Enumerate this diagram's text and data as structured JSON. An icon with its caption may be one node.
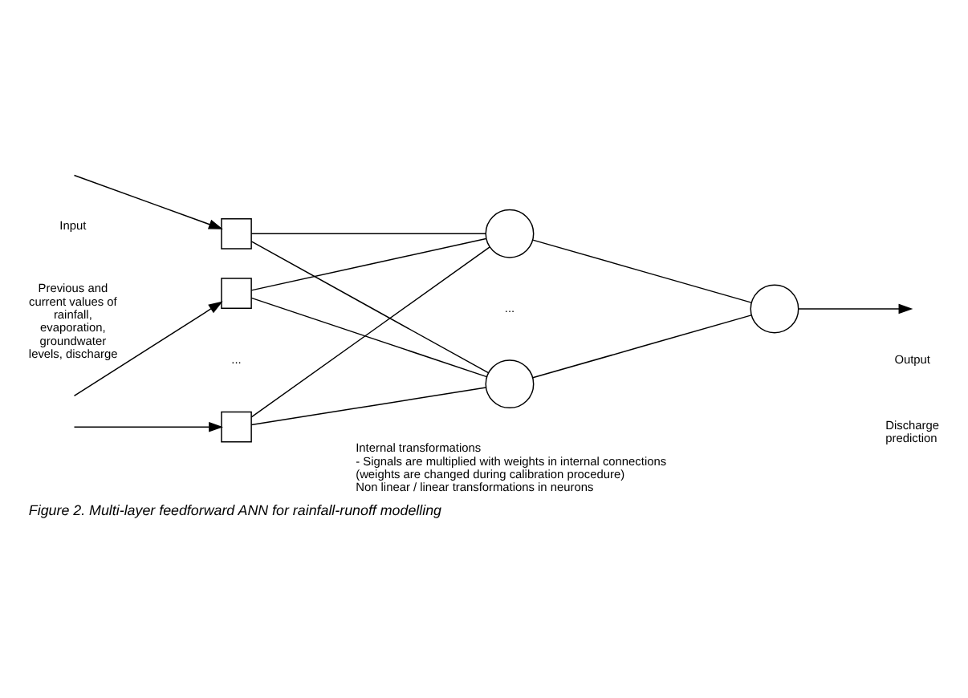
{
  "diagram": {
    "caption": "Figure 2. Multi-layer feedforward ANN for rainfall-runoff modelling",
    "nodes": [
      {
        "text": [],
        "shape": "box"
      },
      {
        "text": [],
        "shape": "box"
      },
      {
        "text": [],
        "shape": "box"
      },
      {
        "text": [],
        "shape": "circle"
      },
      {
        "text": [],
        "shape": "circle"
      },
      {
        "text": [],
        "shape": "circle"
      }
    ],
    "edges": [
      {
        "from": null,
        "to": 0,
        "arrow": "to"
      },
      {
        "from": null,
        "to": 1,
        "arrow": "to"
      },
      {
        "from": null,
        "to": 2,
        "arrow": "to"
      },
      {
        "from": 0,
        "to": 3,
        "arrow": "none"
      },
      {
        "from": 0,
        "to": 4,
        "arrow": "none"
      },
      {
        "from": 1,
        "to": 3,
        "arrow": "none"
      },
      {
        "from": 1,
        "to": 4,
        "arrow": "none"
      },
      {
        "from": 2,
        "to": 3,
        "arrow": "none"
      },
      {
        "from": 2,
        "to": 4,
        "arrow": "none"
      },
      {
        "from": 3,
        "to": 5,
        "arrow": "none"
      },
      {
        "from": 4,
        "to": 5,
        "arrow": "none"
      },
      {
        "from": 5,
        "to": null,
        "arrow": "to"
      }
    ],
    "labels": [
      "Input",
      "Previous and current values of rainfall, evaporation, groundwater levels, discharge",
      "...",
      "Output",
      "Discharge prediction",
      "...",
      "Internal transformations",
      "- Signals are multiplied with weights in internal connections",
      "(weights are changed during calibration procedure)",
      "Non linear / linear transformations in neurons"
    ]
  }
}
